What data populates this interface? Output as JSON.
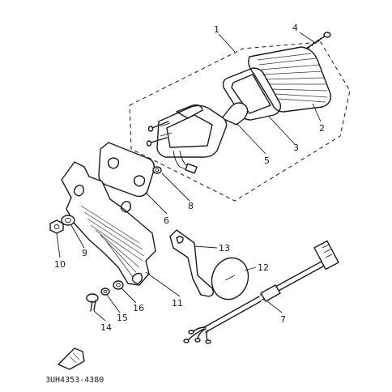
{
  "diagram": {
    "catalog_code": "3UH4353-4380",
    "callouts": [
      {
        "id": "1",
        "label": "1"
      },
      {
        "id": "2",
        "label": "2"
      },
      {
        "id": "3",
        "label": "3"
      },
      {
        "id": "4",
        "label": "4"
      },
      {
        "id": "5",
        "label": "5"
      },
      {
        "id": "6",
        "label": "6"
      },
      {
        "id": "7",
        "label": "7"
      },
      {
        "id": "8",
        "label": "8"
      },
      {
        "id": "9",
        "label": "9"
      },
      {
        "id": "10",
        "label": "10"
      },
      {
        "id": "11",
        "label": "11"
      },
      {
        "id": "12",
        "label": "12"
      },
      {
        "id": "13",
        "label": "13"
      },
      {
        "id": "14",
        "label": "14"
      },
      {
        "id": "15",
        "label": "15"
      },
      {
        "id": "16",
        "label": "16"
      }
    ]
  }
}
